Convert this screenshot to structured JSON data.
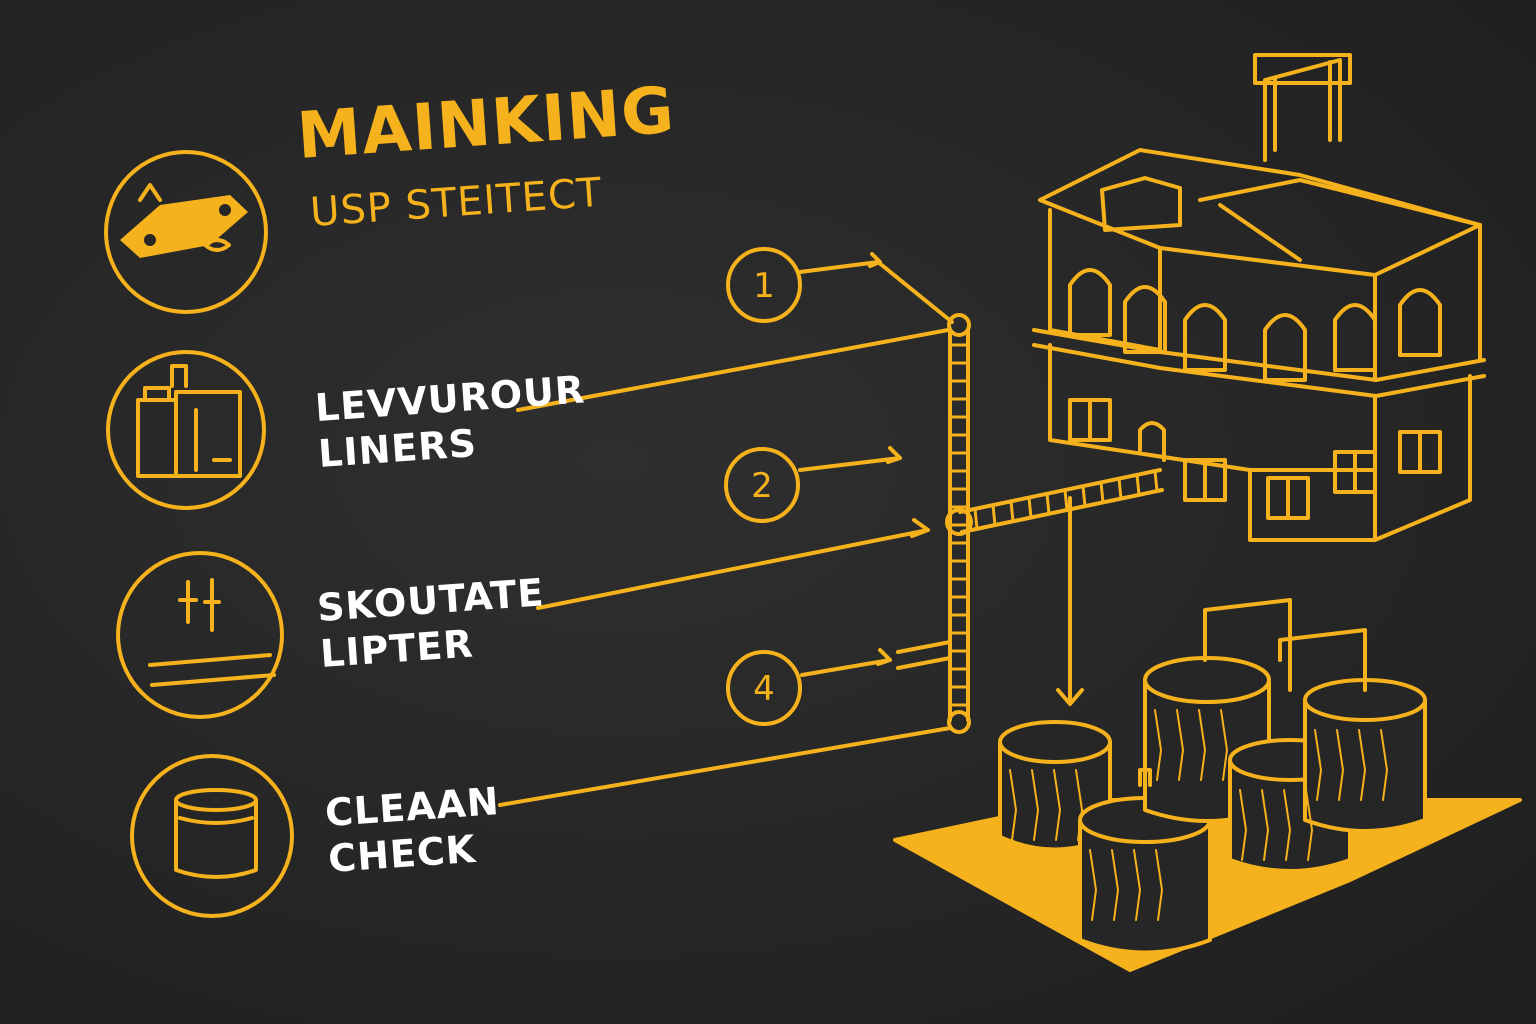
{
  "header": {
    "title": "MAINKING",
    "subtitle": "USP STEITECT"
  },
  "steps": [
    {
      "line1": "LEVVUROUR",
      "line2": "LINERS",
      "icon": "machine-icon"
    },
    {
      "line1": "SKOUTATE",
      "line2": "LIPTER",
      "icon": "tools-icon"
    },
    {
      "line1": "CLEAAN",
      "line2": "CHECK",
      "icon": "container-icon"
    }
  ],
  "top_icon": "material-sheet-icon",
  "numbers": [
    "1",
    "2",
    "4"
  ],
  "illustrations": [
    "factory-building",
    "tank-array"
  ],
  "colors": {
    "background": "#262626",
    "accent": "#f5b21c",
    "text": "#ffffff"
  }
}
